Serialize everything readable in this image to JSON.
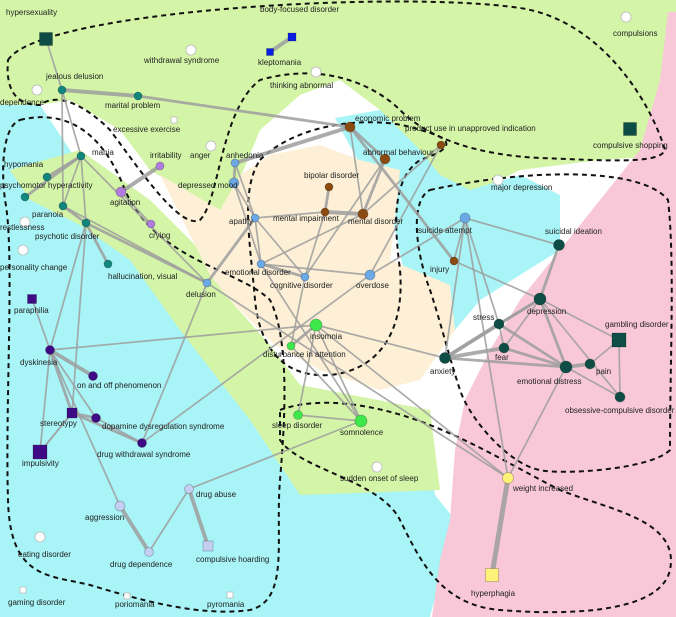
{
  "colors": {
    "region_green": "#d4f5a8",
    "region_cyan": "#a8f4f6",
    "region_peach": "#fdf0d6",
    "region_pink": "#f8c8d8",
    "edge": "#9e9e9e",
    "teal_dark": "#0e4d45",
    "teal": "#12857c",
    "blue_light": "#6aa8e6",
    "brown": "#8b4a0f",
    "purple_light": "#b27be0",
    "indigo": "#3f0a85",
    "green": "#3ee84a",
    "lavender": "#c3cff0",
    "yellow": "#fff27a",
    "blue": "#0a1ee0",
    "hollow": "#ffffff"
  },
  "nodes": [
    {
      "id": "hypersexuality",
      "label": "hypersexuality",
      "shape": "square",
      "color": "teal_dark"
    },
    {
      "id": "body_focused",
      "label": "body-focused disorder",
      "shape": "square",
      "color": "blue"
    },
    {
      "id": "kleptomania",
      "label": "kleptomania",
      "shape": "square",
      "color": "blue"
    },
    {
      "id": "withdrawal_syndrome",
      "label": "withdrawal syndrome",
      "shape": "circle",
      "color": "hollow"
    },
    {
      "id": "jealous_delusion",
      "label": "jealous delusion",
      "shape": "circle",
      "color": "teal"
    },
    {
      "id": "dependence",
      "label": "dependence",
      "shape": "circle",
      "color": "hollow"
    },
    {
      "id": "marital_problem",
      "label": "marital problem",
      "shape": "circle",
      "color": "teal"
    },
    {
      "id": "thinking_abnormal",
      "label": "thinking abnormal",
      "shape": "circle",
      "color": "hollow"
    },
    {
      "id": "compulsions",
      "label": "compulsions",
      "shape": "circle",
      "color": "hollow"
    },
    {
      "id": "excessive_exercise",
      "label": "excessive exercise",
      "shape": "square",
      "color": "hollow"
    },
    {
      "id": "economic_problem",
      "label": "economic problem",
      "shape": "circle",
      "color": "brown"
    },
    {
      "id": "product_use",
      "label": "product use in unapproved indication",
      "shape": "circle",
      "color": "brown"
    },
    {
      "id": "compulsive_shopping",
      "label": "compulsive shopping",
      "shape": "square",
      "color": "teal_dark"
    },
    {
      "id": "mania",
      "label": "mania",
      "shape": "circle",
      "color": "teal"
    },
    {
      "id": "irritability",
      "label": "irritability",
      "shape": "circle",
      "color": "purple_light"
    },
    {
      "id": "anger",
      "label": "anger",
      "shape": "circle",
      "color": "hollow"
    },
    {
      "id": "anhedonia",
      "label": "anhedonia",
      "shape": "circle",
      "color": "blue_light"
    },
    {
      "id": "abnormal_behaviour",
      "label": "abnormal behaviour",
      "shape": "circle",
      "color": "brown"
    },
    {
      "id": "hypomania",
      "label": "hypomania",
      "shape": "circle",
      "color": "teal"
    },
    {
      "id": "psychomotor",
      "label": "psychomotor hyperactivity",
      "shape": "circle",
      "color": "teal"
    },
    {
      "id": "depressed_mood",
      "label": "depressed mood",
      "shape": "circle",
      "color": "blue_light"
    },
    {
      "id": "bipolar",
      "label": "bipolar disorder",
      "shape": "circle",
      "color": "brown"
    },
    {
      "id": "major_depression",
      "label": "major depression",
      "shape": "circle",
      "color": "hollow"
    },
    {
      "id": "agitation",
      "label": "agitation",
      "shape": "circle",
      "color": "purple_light"
    },
    {
      "id": "restlessness",
      "label": "restlessness",
      "shape": "circle",
      "color": "hollow"
    },
    {
      "id": "paranoia",
      "label": "paranoia",
      "shape": "circle",
      "color": "teal"
    },
    {
      "id": "crying",
      "label": "crying",
      "shape": "circle",
      "color": "purple_light"
    },
    {
      "id": "apathy",
      "label": "apathy",
      "shape": "circle",
      "color": "blue_light"
    },
    {
      "id": "mental_impairment",
      "label": "mental impairment",
      "shape": "circle",
      "color": "brown"
    },
    {
      "id": "mental_disorder",
      "label": "mental disorder",
      "shape": "circle",
      "color": "brown"
    },
    {
      "id": "psychotic_disorder",
      "label": "psychotic disorder",
      "shape": "circle",
      "color": "teal"
    },
    {
      "id": "suicide_attempt",
      "label": "suicide attempt",
      "shape": "circle",
      "color": "blue_light"
    },
    {
      "id": "suicidal_ideation",
      "label": "suicidal ideation",
      "shape": "circle",
      "color": "teal_dark"
    },
    {
      "id": "personality_change",
      "label": "personality change",
      "shape": "circle",
      "color": "hollow"
    },
    {
      "id": "hallucination",
      "label": "hallucination, visual",
      "shape": "circle",
      "color": "teal"
    },
    {
      "id": "emotional_disorder",
      "label": "emotional disorder",
      "shape": "circle",
      "color": "blue_light"
    },
    {
      "id": "cognitive_disorder",
      "label": "cognitive disorder",
      "shape": "circle",
      "color": "blue_light"
    },
    {
      "id": "injury",
      "label": "injury",
      "shape": "circle",
      "color": "brown"
    },
    {
      "id": "delusion",
      "label": "delusion",
      "shape": "circle",
      "color": "blue_light"
    },
    {
      "id": "overdose",
      "label": "overdose",
      "shape": "circle",
      "color": "blue_light"
    },
    {
      "id": "paraphilia",
      "label": "paraphilia",
      "shape": "square",
      "color": "indigo"
    },
    {
      "id": "depression",
      "label": "depression",
      "shape": "circle",
      "color": "teal_dark"
    },
    {
      "id": "stress",
      "label": "stress",
      "shape": "circle",
      "color": "teal_dark"
    },
    {
      "id": "gambling_disorder",
      "label": "gambling disorder",
      "shape": "square",
      "color": "teal_dark"
    },
    {
      "id": "insomnia",
      "label": "insomnia",
      "shape": "circle",
      "color": "green"
    },
    {
      "id": "disturbance_attention",
      "label": "disturbance in attention",
      "shape": "circle",
      "color": "green"
    },
    {
      "id": "dyskinesia",
      "label": "dyskinesia",
      "shape": "circle",
      "color": "indigo"
    },
    {
      "id": "fear",
      "label": "fear",
      "shape": "circle",
      "color": "teal_dark"
    },
    {
      "id": "anxiety",
      "label": "anxiety",
      "shape": "circle",
      "color": "teal_dark"
    },
    {
      "id": "pain",
      "label": "pain",
      "shape": "circle",
      "color": "teal_dark"
    },
    {
      "id": "emotional_distress",
      "label": "emotional distress",
      "shape": "circle",
      "color": "teal_dark"
    },
    {
      "id": "on_off",
      "label": "on and off phenomenon",
      "shape": "circle",
      "color": "indigo"
    },
    {
      "id": "ocd",
      "label": "obsessive-compulsive disorder",
      "shape": "circle",
      "color": "teal_dark"
    },
    {
      "id": "stereotypy",
      "label": "stereotypy",
      "shape": "square",
      "color": "indigo"
    },
    {
      "id": "sleep_disorder",
      "label": "sleep disorder",
      "shape": "circle",
      "color": "green"
    },
    {
      "id": "somnolence",
      "label": "somnolence",
      "shape": "circle",
      "color": "green"
    },
    {
      "id": "dopamine_dysreg",
      "label": "dopamine dysregulation syndrome",
      "shape": "circle",
      "color": "indigo"
    },
    {
      "id": "impulsivity",
      "label": "impulsivity",
      "shape": "square",
      "color": "indigo"
    },
    {
      "id": "drug_withdrawal",
      "label": "drug withdrawal syndrome",
      "shape": "circle",
      "color": "indigo"
    },
    {
      "id": "sudden_sleep",
      "label": "sudden onset of sleep",
      "shape": "circle",
      "color": "hollow"
    },
    {
      "id": "weight_increased",
      "label": "weight increased",
      "shape": "circle",
      "color": "yellow"
    },
    {
      "id": "drug_abuse",
      "label": "drug abuse",
      "shape": "circle",
      "color": "lavender"
    },
    {
      "id": "aggression",
      "label": "aggression",
      "shape": "circle",
      "color": "lavender"
    },
    {
      "id": "eating_disorder",
      "label": "eating disorder",
      "shape": "circle",
      "color": "hollow"
    },
    {
      "id": "drug_dependence",
      "label": "drug dependence",
      "shape": "circle",
      "color": "lavender"
    },
    {
      "id": "compulsive_hoarding",
      "label": "compulsive hoarding",
      "shape": "square",
      "color": "lavender"
    },
    {
      "id": "hyperphagia",
      "label": "hyperphagia",
      "shape": "square",
      "color": "yellow"
    },
    {
      "id": "gaming_disorder",
      "label": "gaming disorder",
      "shape": "square",
      "color": "hollow"
    },
    {
      "id": "poriomania",
      "label": "poriomania",
      "shape": "square",
      "color": "hollow"
    },
    {
      "id": "pyromania",
      "label": "pyromania",
      "shape": "square",
      "color": "hollow"
    }
  ],
  "edges": [
    {
      "from": "hypersexuality",
      "to": "jealous_delusion",
      "weight": 1
    },
    {
      "from": "body_focused",
      "to": "kleptomania",
      "weight": 3
    },
    {
      "from": "jealous_delusion",
      "to": "marital_problem",
      "weight": 3
    },
    {
      "from": "jealous_delusion",
      "to": "mania",
      "weight": 1
    },
    {
      "from": "jealous_delusion",
      "to": "paranoia",
      "weight": 1
    },
    {
      "from": "marital_problem",
      "to": "economic_problem",
      "weight": 2
    },
    {
      "from": "mania",
      "to": "hypomania",
      "weight": 2
    },
    {
      "from": "mania",
      "to": "psychomotor",
      "weight": 2
    },
    {
      "from": "mania",
      "to": "paranoia",
      "weight": 1
    },
    {
      "from": "mania",
      "to": "delusion",
      "weight": 1
    },
    {
      "from": "mania",
      "to": "psychotic_disorder",
      "weight": 1
    },
    {
      "from": "irritability",
      "to": "agitation",
      "weight": 3
    },
    {
      "from": "agitation",
      "to": "crying",
      "weight": 1
    },
    {
      "from": "anhedonia",
      "to": "depressed_mood",
      "weight": 2
    },
    {
      "from": "anhedonia",
      "to": "economic_problem",
      "weight": 3
    },
    {
      "from": "anhedonia",
      "to": "apathy",
      "weight": 1
    },
    {
      "from": "depressed_mood",
      "to": "apathy",
      "weight": 1
    },
    {
      "from": "depressed_mood",
      "to": "emotional_disorder",
      "weight": 1
    },
    {
      "from": "economic_problem",
      "to": "abnormal_behaviour",
      "weight": 2
    },
    {
      "from": "economic_problem",
      "to": "mental_disorder",
      "weight": 1
    },
    {
      "from": "economic_problem",
      "to": "injury",
      "weight": 2
    },
    {
      "from": "product_use",
      "to": "mental_disorder",
      "weight": 1
    },
    {
      "from": "product_use",
      "to": "overdose",
      "weight": 1
    },
    {
      "from": "abnormal_behaviour",
      "to": "mental_disorder",
      "weight": 2
    },
    {
      "from": "abnormal_behaviour",
      "to": "cognitive_disorder",
      "weight": 1
    },
    {
      "from": "bipolar",
      "to": "mental_impairment",
      "weight": 2
    },
    {
      "from": "mental_impairment",
      "to": "mental_disorder",
      "weight": 3
    },
    {
      "from": "mental_impairment",
      "to": "apathy",
      "weight": 1
    },
    {
      "from": "mental_disorder",
      "to": "emotional_disorder",
      "weight": 1
    },
    {
      "from": "apathy",
      "to": "emotional_disorder",
      "weight": 1
    },
    {
      "from": "apathy",
      "to": "cognitive_disorder",
      "weight": 1
    },
    {
      "from": "apathy",
      "to": "delusion",
      "weight": 2
    },
    {
      "from": "emotional_disorder",
      "to": "cognitive_disorder",
      "weight": 2
    },
    {
      "from": "emotional_disorder",
      "to": "overdose",
      "weight": 1
    },
    {
      "from": "emotional_disorder",
      "to": "somnolence",
      "weight": 1
    },
    {
      "from": "cognitive_disorder",
      "to": "disturbance_attention",
      "weight": 1
    },
    {
      "from": "cognitive_disorder",
      "to": "mental_impairment",
      "weight": 1
    },
    {
      "from": "overdose",
      "to": "suicide_attempt",
      "weight": 1
    },
    {
      "from": "suicide_attempt",
      "to": "injury",
      "weight": 1
    },
    {
      "from": "suicide_attempt",
      "to": "stress",
      "weight": 1
    },
    {
      "from": "suicide_attempt",
      "to": "suicidal_ideation",
      "weight": 1
    },
    {
      "from": "suicide_attempt",
      "to": "weight_increased",
      "weight": 1
    },
    {
      "from": "suicide_attempt",
      "to": "anxiety",
      "weight": 1
    },
    {
      "from": "injury",
      "to": "depression",
      "weight": 1
    },
    {
      "from": "suicidal_ideation",
      "to": "depression",
      "weight": 2
    },
    {
      "from": "depression",
      "to": "stress",
      "weight": 2
    },
    {
      "from": "depression",
      "to": "anxiety",
      "weight": 2
    },
    {
      "from": "depression",
      "to": "emotional_distress",
      "weight": 2
    },
    {
      "from": "depression",
      "to": "gambling_disorder",
      "weight": 1
    },
    {
      "from": "depression",
      "to": "fear",
      "weight": 1
    },
    {
      "from": "stress",
      "to": "anxiety",
      "weight": 3
    },
    {
      "from": "stress",
      "to": "fear",
      "weight": 1
    },
    {
      "from": "stress",
      "to": "emotional_distress",
      "weight": 2
    },
    {
      "from": "anxiety",
      "to": "fear",
      "weight": 3
    },
    {
      "from": "anxiety",
      "to": "emotional_distress",
      "weight": 2
    },
    {
      "from": "anxiety",
      "to": "insomnia",
      "weight": 1
    },
    {
      "from": "fear",
      "to": "emotional_distress",
      "weight": 2
    },
    {
      "from": "emotional_distress",
      "to": "pain",
      "weight": 3
    },
    {
      "from": "emotional_distress",
      "to": "ocd",
      "weight": 1
    },
    {
      "from": "pain",
      "to": "gambling_disorder",
      "weight": 1
    },
    {
      "from": "gambling_disorder",
      "to": "ocd",
      "weight": 1
    },
    {
      "from": "ocd",
      "to": "depression",
      "weight": 1
    },
    {
      "from": "emotional_distress",
      "to": "weight_increased",
      "weight": 1
    },
    {
      "from": "weight_increased",
      "to": "hyperphagia",
      "weight": 4
    },
    {
      "from": "insomnia",
      "to": "disturbance_attention",
      "weight": 2
    },
    {
      "from": "insomnia",
      "to": "somnolence",
      "weight": 1
    },
    {
      "from": "disturbance_attention",
      "to": "somnolence",
      "weight": 1
    },
    {
      "from": "sleep_disorder",
      "to": "somnolence",
      "weight": 1
    },
    {
      "from": "sleep_disorder",
      "to": "insomnia",
      "weight": 1
    },
    {
      "from": "psychotic_disorder",
      "to": "hallucination",
      "weight": 2
    },
    {
      "from": "psychotic_disorder",
      "to": "delusion",
      "weight": 2
    },
    {
      "from": "psychotic_disorder",
      "to": "dyskinesia",
      "weight": 1
    },
    {
      "from": "psychotic_disorder",
      "to": "stereotypy",
      "weight": 1
    },
    {
      "from": "paranoia",
      "to": "psychotic_disorder",
      "weight": 2
    },
    {
      "from": "paranoia",
      "to": "delusion",
      "weight": 1
    },
    {
      "from": "paraphilia",
      "to": "dyskinesia",
      "weight": 1
    },
    {
      "from": "dyskinesia",
      "to": "on_off",
      "weight": 3
    },
    {
      "from": "dyskinesia",
      "to": "stereotypy",
      "weight": 2
    },
    {
      "from": "dyskinesia",
      "to": "dopamine_dysreg",
      "weight": 1
    },
    {
      "from": "dyskinesia",
      "to": "impulsivity",
      "weight": 1
    },
    {
      "from": "dyskinesia",
      "to": "aggression",
      "weight": 1
    },
    {
      "from": "dyskinesia",
      "to": "insomnia",
      "weight": 1
    },
    {
      "from": "stereotypy",
      "to": "dopamine_dysreg",
      "weight": 2
    },
    {
      "from": "stereotypy",
      "to": "impulsivity",
      "weight": 1
    },
    {
      "from": "stereotypy",
      "to": "drug_withdrawal",
      "weight": 2
    },
    {
      "from": "dopamine_dysreg",
      "to": "drug_withdrawal",
      "weight": 1
    },
    {
      "from": "drug_withdrawal",
      "to": "overdose",
      "weight": 1
    },
    {
      "from": "drug_withdrawal",
      "to": "delusion",
      "weight": 1
    },
    {
      "from": "impulsivity",
      "to": "stereotypy",
      "weight": 1
    },
    {
      "from": "drug_abuse",
      "to": "compulsive_hoarding",
      "weight": 3
    },
    {
      "from": "drug_abuse",
      "to": "drug_dependence",
      "weight": 1
    },
    {
      "from": "drug_abuse",
      "to": "somnolence",
      "weight": 1
    },
    {
      "from": "aggression",
      "to": "drug_dependence",
      "weight": 3
    },
    {
      "from": "delusion",
      "to": "weight_increased",
      "weight": 1
    },
    {
      "from": "insomnia",
      "to": "weight_increased",
      "weight": 1
    }
  ]
}
